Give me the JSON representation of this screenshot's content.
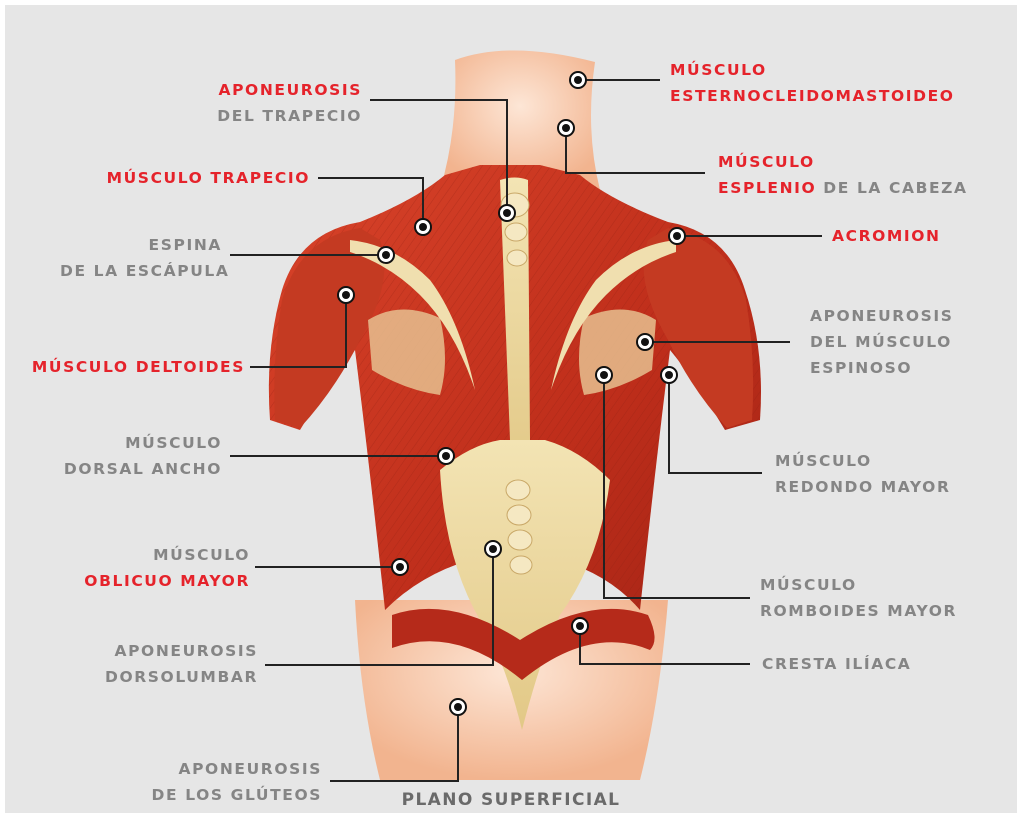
{
  "figure_title": "PLANO SUPERFICIAL",
  "colors": {
    "highlight": "#e5232b",
    "label_grey": "#858585",
    "background": "#e6e6e6",
    "muscle": "#c9321f",
    "aponeurosis": "#e9d59a",
    "skin": "#f6c9ab"
  },
  "labels": {
    "aponeurosis_trapecio": {
      "line1": "APONEUROSIS",
      "line2": "DEL TRAPECIO"
    },
    "musculo_trapecio": {
      "line1": "MÚSCULO TRAPECIO"
    },
    "espina_escapula": {
      "line1": "ESPINA",
      "line2": "DE LA ESCÁPULA"
    },
    "musculo_deltoides": {
      "line1": "MÚSCULO DELTOIDES"
    },
    "musculo_dorsal_ancho": {
      "line1": "MÚSCULO",
      "line2": "DORSAL ANCHO"
    },
    "oblicuo_mayor": {
      "line1": "MÚSCULO",
      "line2": "OBLICUO MAYOR"
    },
    "aponeurosis_dorsolumbar": {
      "line1": "APONEUROSIS",
      "line2": "DORSOLUMBAR"
    },
    "aponeurosis_gluteos": {
      "line1": "APONEUROSIS",
      "line2": "DE LOS GLÚTEOS"
    },
    "esternocleidomastoideo": {
      "line1": "MÚSCULO",
      "line2": "ESTERNOCLEIDOMASTOIDEO"
    },
    "esplenio": {
      "line1": "MÚSCULO",
      "line2a": "ESPLENIO",
      "line2b": " DE LA CABEZA"
    },
    "acromion": {
      "line1": "ACROMION"
    },
    "aponeurosis_espinoso": {
      "line1": "APONEUROSIS",
      "line2": "DEL MÚSCULO",
      "line3": "ESPINOSO"
    },
    "redondo_mayor": {
      "line1": "MÚSCULO",
      "line2": "REDONDO MAYOR"
    },
    "romboides_mayor": {
      "line1": "MÚSCULO",
      "line2": "ROMBOIDES MAYOR"
    },
    "cresta_iliaca": {
      "line1": "CRESTA ILÍACA"
    }
  }
}
